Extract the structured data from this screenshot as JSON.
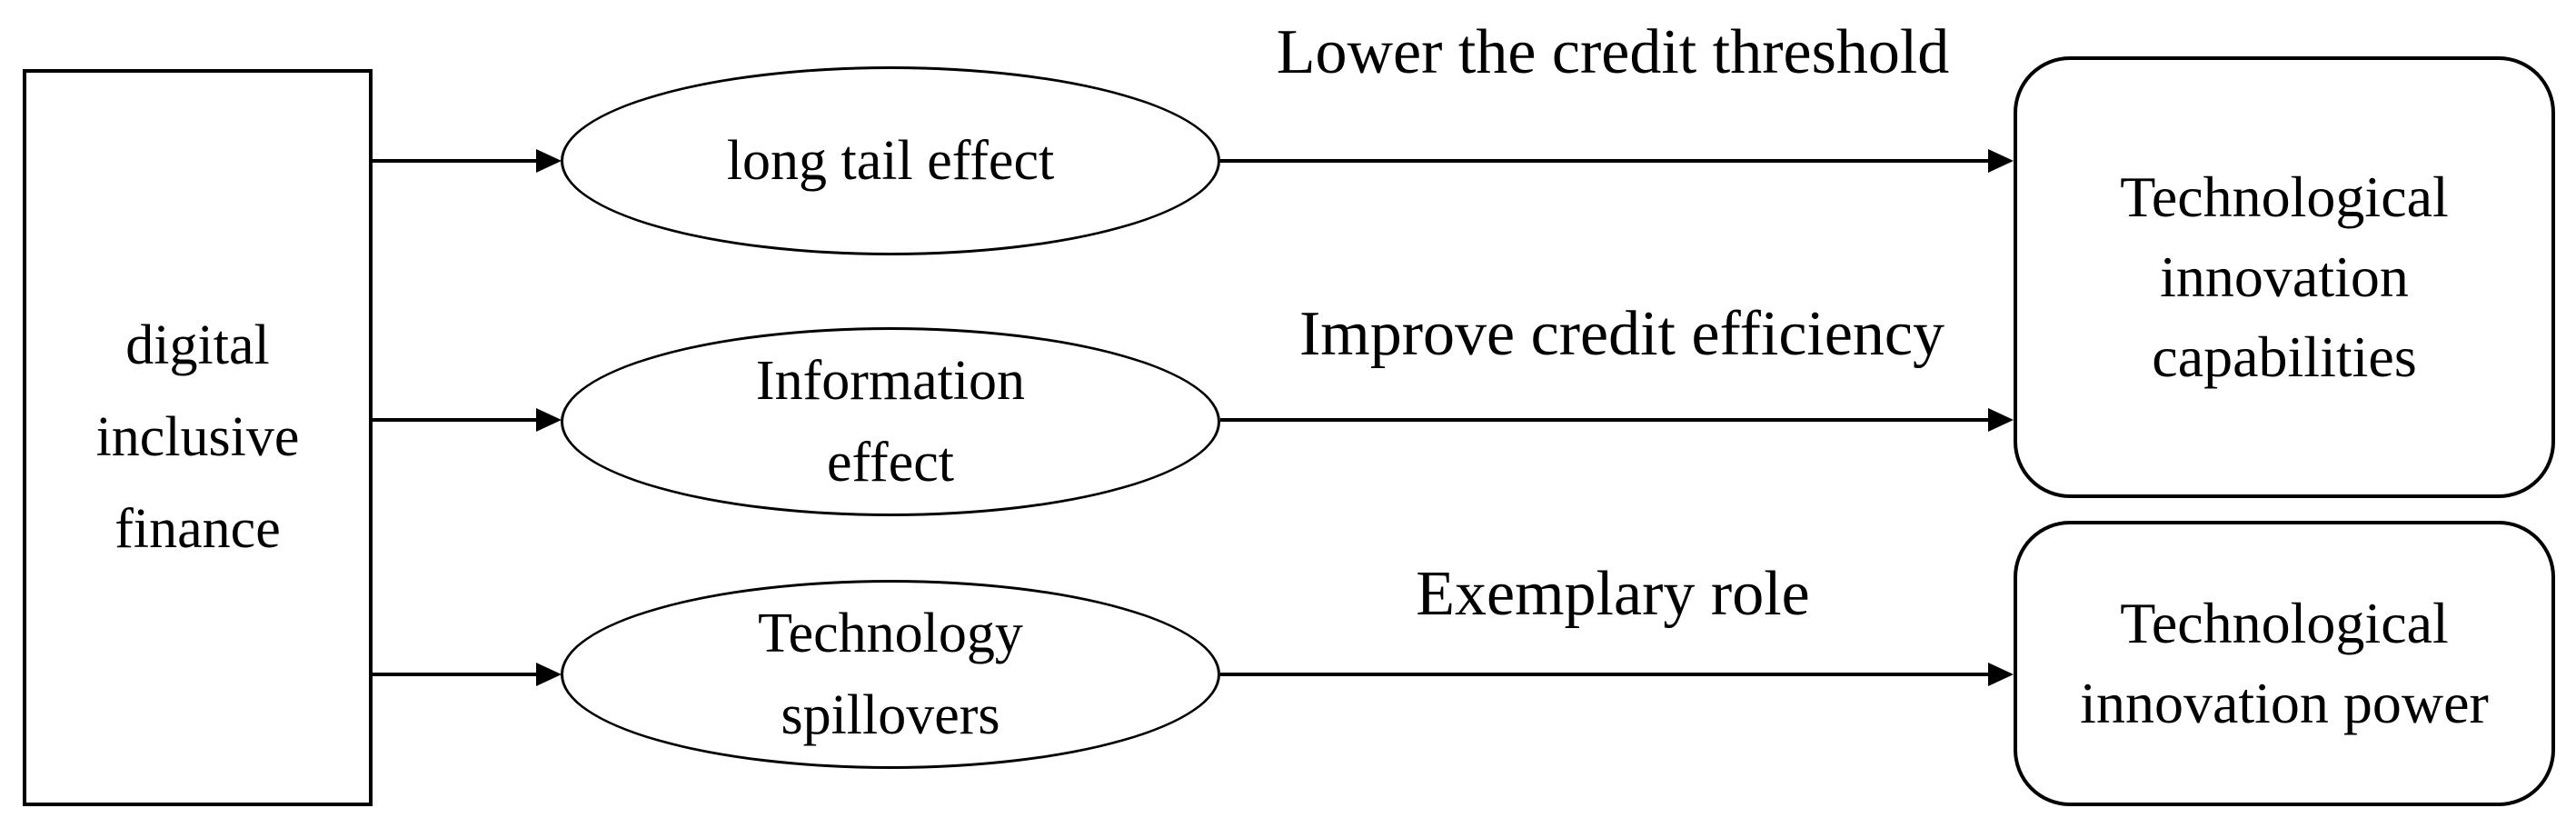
{
  "diagram": {
    "source_node": {
      "label_lines": [
        "digital",
        "inclusive",
        "finance"
      ]
    },
    "mediators": [
      {
        "label_lines": [
          "long tail effect"
        ]
      },
      {
        "label_lines": [
          "Information",
          "effect"
        ]
      },
      {
        "label_lines": [
          "Technology",
          "spillovers"
        ]
      }
    ],
    "edge_labels": [
      "Lower the credit threshold",
      "Improve credit efficiency",
      "Exemplary role"
    ],
    "outcomes": [
      {
        "label_lines": [
          "Technological",
          "innovation",
          "capabilities"
        ]
      },
      {
        "label_lines": [
          "Technological",
          "innovation power"
        ]
      }
    ],
    "colors": {
      "stroke": "#000000",
      "fill": "#ffffff",
      "text": "#000000",
      "background": "#ffffff"
    }
  }
}
